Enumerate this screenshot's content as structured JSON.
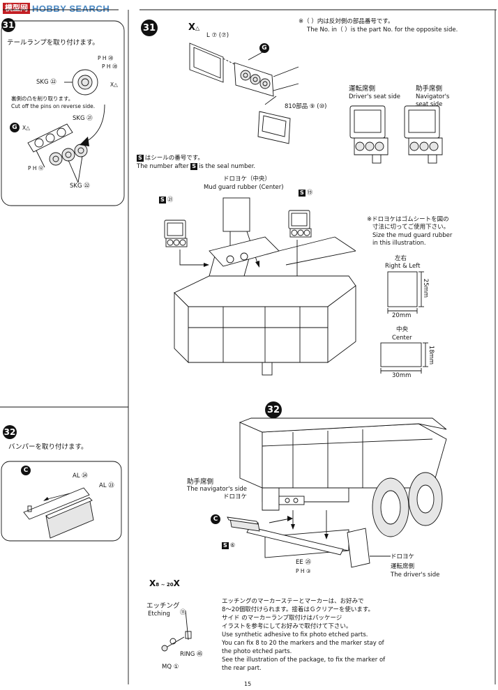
{
  "watermark": {
    "brand_mark": "模型网",
    "brand_word": "HOBBY SEARCH"
  },
  "page_number": "15",
  "left_col": {
    "step31": {
      "title": "テールランプを取り付けます。",
      "ph31": "P H ⑳",
      "ph90": "P H ⑳",
      "skg82": "SKG ㉒",
      "cut_jp": "裏側の凸を削り取ります。",
      "cut_en": "Cut off the pins on reverse side.",
      "skg81": "SKG ㉑",
      "ph12": "P H ⑫",
      "skg82b": "SKG ㉒",
      "g_label": "G"
    },
    "step32": {
      "number": "32",
      "title": "バンパーを取り付けます。",
      "c_label": "C",
      "al54": "AL ㉔",
      "al53": "AL ㉓"
    }
  },
  "main": {
    "step31": {
      "number": "31",
      "note_jp": "※（ ）内は反対側の部品番号です。",
      "note_en": "The No. in（ ）is the part No. for the opposite side.",
      "l77": "L ⑦ (⑦)",
      "g_label": "G",
      "part810": "810部品 ⑨ (⑩)",
      "driver_jp": "運転席側",
      "driver_en": "Driver's seat side",
      "nav_jp": "助手席側",
      "nav_en1": "Navigator's",
      "nav_en2": "seat side",
      "seal_jp": "はシールの番号です。",
      "seal_en1": "The number after",
      "seal_en2": "is the seal number.",
      "s_glyph": "S",
      "mud_center_jp": "ドロヨケ（中央）",
      "mud_center_en": "Mud guard rubber (Center)",
      "s21": "㉑",
      "s19": "⑲",
      "size_note_jp1": "※ドロヨケはゴムシートを図の",
      "size_note_jp2": "寸法に切ってご使用下さい。",
      "size_note_en1": "Size the mud guard rubber",
      "size_note_en2": "in this illustration.",
      "rl_jp": "左右",
      "rl_en": "Right & Left",
      "dim_25": "25mm",
      "dim_20": "20mm",
      "center_jp": "中央",
      "center_en": "Center",
      "dim_18": "18mm",
      "dim_30": "30mm"
    },
    "step32": {
      "number": "32",
      "nav_jp": "助手席側",
      "nav_en": "The navigator's side",
      "mud_jp": "ドロヨケ",
      "c_label": "C",
      "s6": "⑥",
      "ee25": "EE ㉕",
      "ph3": "P H ③",
      "mud_jp2": "ドロヨケ",
      "driver_jp": "運転席側",
      "driver_en": "The driver's side"
    },
    "etching": {
      "range": "8 ~ 20",
      "etch_jp": "エッチング",
      "etch_en": "Etching",
      "etch_no": "⑪",
      "ring": "RING ㊺",
      "mq": "MQ ①",
      "note_jp1": "エッチングのマーカーステーとマーカーは、お好みで",
      "note_jp2": "8～20個取付けられます。接着はＧクリアーを使います。",
      "note_jp3": "サイド のマーカーランプ取付けはパッケージ",
      "note_jp4": "イラストを参考にしてお好みで取付けて下さい。",
      "note_en1": "Use synthetic adhesive to fix photo etched parts.",
      "note_en2": "You can fix 8 to 20 the markers and the marker stay of",
      "note_en3": "the photo etched parts.",
      "note_en4": "See the illustration of the package, to fix the marker of",
      "note_en5": "the rear part."
    }
  }
}
